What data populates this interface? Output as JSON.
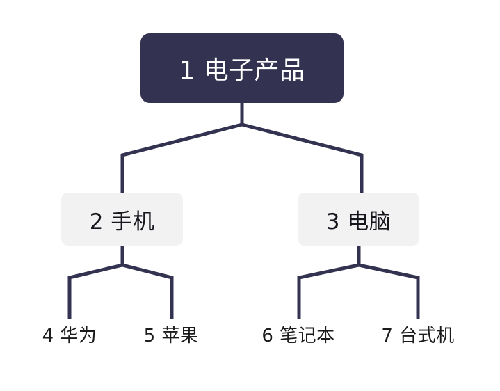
{
  "diagram": {
    "type": "tree",
    "background_color": "#ffffff",
    "edge_color": "#333250",
    "edge_width": 5,
    "levels": 3,
    "nodes": {
      "root": {
        "id": "1",
        "label": "1 电子产品",
        "fill": "#333250",
        "text_color": "#ffffff",
        "shape": "rounded-rect"
      },
      "level2": [
        {
          "id": "2",
          "label": "2 手机",
          "fill": "#f2f2f3",
          "text_color": "#16161d",
          "shape": "rounded-rect"
        },
        {
          "id": "3",
          "label": "3 电脑",
          "fill": "#f2f2f3",
          "text_color": "#16161d",
          "shape": "rounded-rect"
        }
      ],
      "level3": [
        {
          "id": "4",
          "label": "4 华为",
          "fill": "none",
          "text_color": "#1b1b1b",
          "shape": "text"
        },
        {
          "id": "5",
          "label": "5 苹果",
          "fill": "none",
          "text_color": "#1b1b1b",
          "shape": "text"
        },
        {
          "id": "6",
          "label": "6 笔记本",
          "fill": "none",
          "text_color": "#1b1b1b",
          "shape": "text"
        },
        {
          "id": "7",
          "label": "7 台式机",
          "fill": "none",
          "text_color": "#1b1b1b",
          "shape": "text"
        }
      ]
    },
    "edges": [
      {
        "from": "1",
        "to": "2"
      },
      {
        "from": "1",
        "to": "3"
      },
      {
        "from": "2",
        "to": "4"
      },
      {
        "from": "2",
        "to": "5"
      },
      {
        "from": "3",
        "to": "6"
      },
      {
        "from": "3",
        "to": "7"
      }
    ]
  }
}
